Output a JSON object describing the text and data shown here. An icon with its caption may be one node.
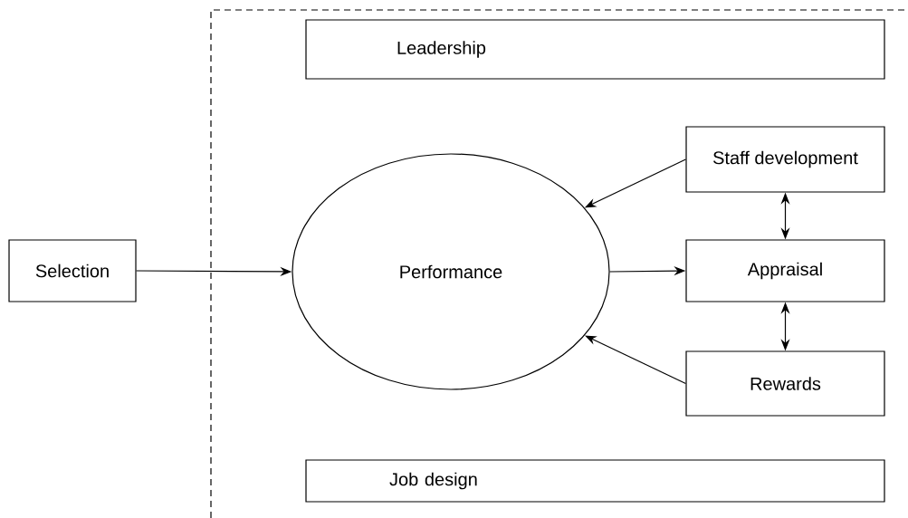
{
  "diagram": {
    "nodes": [
      {
        "text": [
          "Leadership"
        ]
      },
      {
        "text": [
          "Staff development"
        ]
      },
      {
        "text": [
          "Selection"
        ]
      },
      {
        "text": [
          "Performance"
        ]
      },
      {
        "text": [
          "Appraisal"
        ]
      },
      {
        "text": [
          "Rewards"
        ]
      },
      {
        "text": [
          "Job design"
        ]
      }
    ],
    "edges": [
      {
        "from": 2,
        "to": 3,
        "arrow": "to"
      },
      {
        "from": 1,
        "to": 3,
        "arrow": "to"
      },
      {
        "from": 3,
        "to": 4,
        "arrow": "to"
      },
      {
        "from": 1,
        "to": 4,
        "arrow": "both"
      },
      {
        "from": 4,
        "to": 5,
        "arrow": "both"
      },
      {
        "from": 5,
        "to": 3,
        "arrow": "to"
      }
    ]
  }
}
